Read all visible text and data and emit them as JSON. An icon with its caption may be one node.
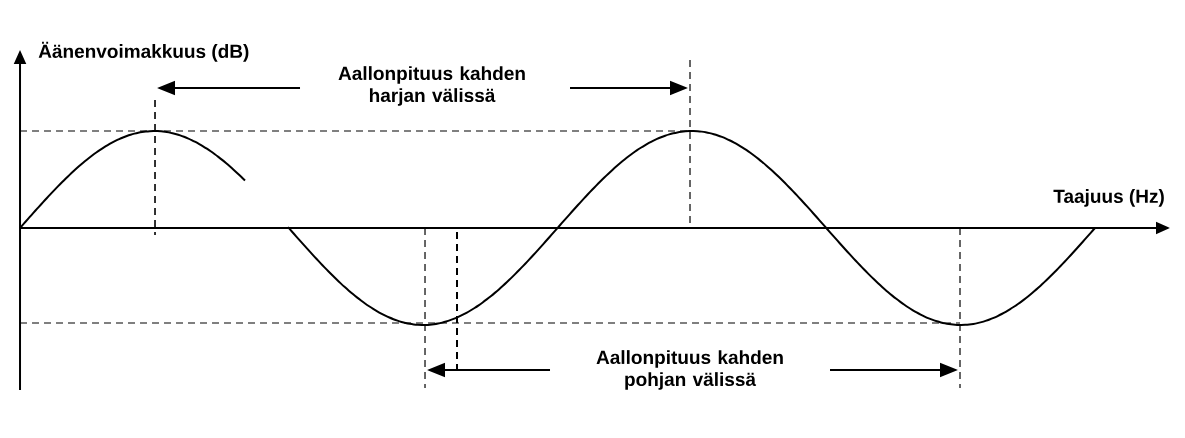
{
  "diagram": {
    "labels": [
      "Äänenvoimakkuus (dB)",
      "Aallonpituus kahden harjan välissä",
      "Taajuus (Hz)",
      "Aallonpituus kahden pohjan välissä"
    ]
  }
}
